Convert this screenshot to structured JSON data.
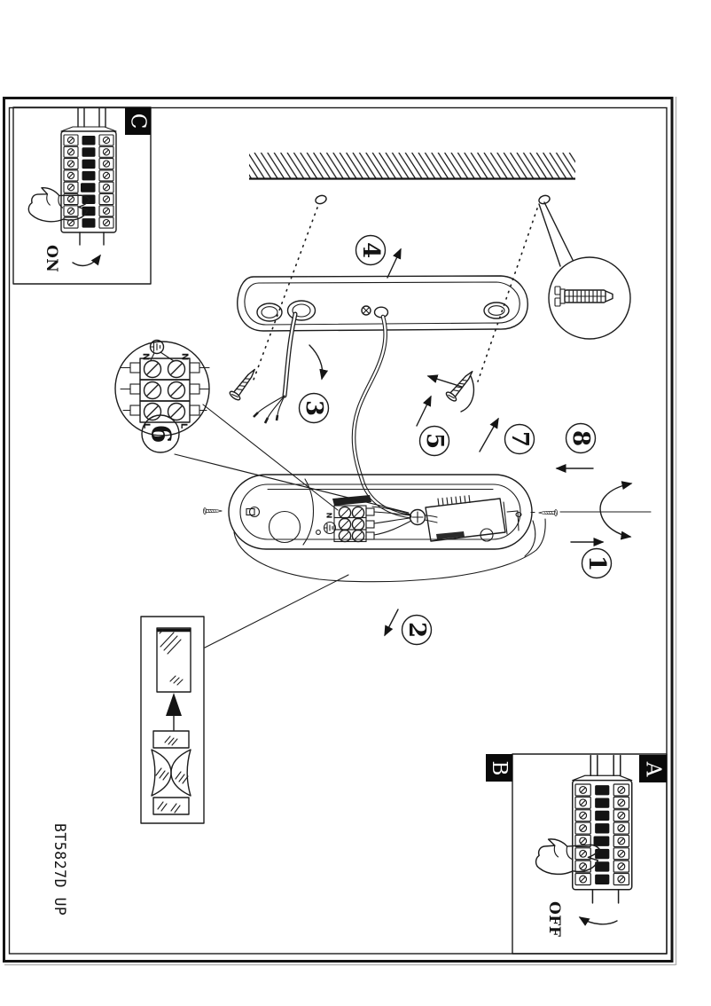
{
  "product_code": "BT5827D UP",
  "insets": {
    "a": {
      "label": "A"
    },
    "b": {
      "label": "B",
      "switch_label": "OFF"
    },
    "c": {
      "label": "C",
      "switch_label": "ON"
    }
  },
  "steps": [
    "1",
    "2",
    "3",
    "4",
    "5",
    "6",
    "7",
    "8"
  ],
  "terminal_detail": {
    "n_left": "N",
    "n_right": "N",
    "l_left": "L",
    "l_right": "L",
    "ground_symbol": "earth"
  },
  "lamp": {
    "terminal_n": "N"
  },
  "colors": {
    "line": "#1c1c1c",
    "label_bg": "#0a0a0a",
    "paper": "#ffffff"
  }
}
